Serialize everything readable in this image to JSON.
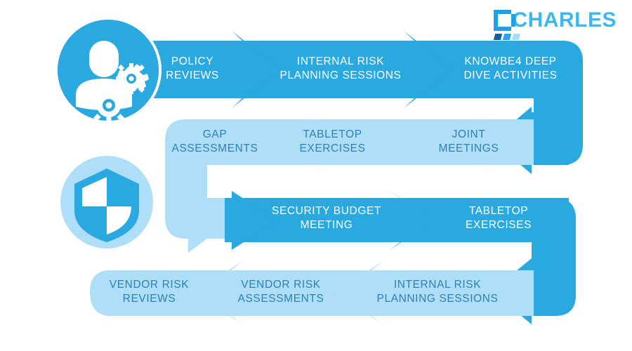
{
  "brand": {
    "name": "CHARLES",
    "mark_letter": "C",
    "accent_dark": "#1f8fd6",
    "accent_mid": "#3cb7ef",
    "accent_light": "#aedef8",
    "square_colors": [
      "#1a5e96",
      "#2fa3e3",
      "#a9dcf7"
    ]
  },
  "colors": {
    "band_dark": "#2aa8e0",
    "band_light": "#aedef8",
    "text_on_dark": "#ffffff",
    "text_on_light": "#2f7fb5",
    "icon_circle_dark": "#2aa8e0",
    "icon_circle_light": "#aedef8",
    "page_background": "#ffffff"
  },
  "icons": [
    {
      "id": "user-gears-icon",
      "name": "user-gears-icon",
      "tone": "dark"
    },
    {
      "id": "shield-icon",
      "name": "shield-icon",
      "tone": "light"
    }
  ],
  "flow": {
    "direction_note": "serpentine",
    "rows": [
      {
        "index": 1,
        "tone": "dark",
        "direction": "right",
        "steps": [
          {
            "n": 1,
            "label": "POLICY\nREVIEWS"
          },
          {
            "n": 2,
            "label": "INTERNAL RISK\nPLANNING SESSIONS"
          },
          {
            "n": 3,
            "label": "KNOWBE4 DEEP\nDIVE ACTIVITIES"
          }
        ]
      },
      {
        "index": 2,
        "tone": "light",
        "direction": "left",
        "steps": [
          {
            "n": 6,
            "label": "GAP\nASSESSMENTS"
          },
          {
            "n": 5,
            "label": "TABLETOP\nEXERCISES"
          },
          {
            "n": 4,
            "label": "JOINT\nMEETINGS"
          }
        ]
      },
      {
        "index": 3,
        "tone": "dark",
        "direction": "right",
        "steps": [
          {
            "n": 7,
            "label": "SECURITY BUDGET\nMEETING"
          },
          {
            "n": 8,
            "label": "TABLETOP\nEXERCISES"
          }
        ]
      },
      {
        "index": 4,
        "tone": "light",
        "direction": "left",
        "steps": [
          {
            "n": 11,
            "label": "VENDOR RISK\nREVIEWS"
          },
          {
            "n": 10,
            "label": "VENDOR RISK\nASSESSMENTS"
          },
          {
            "n": 9,
            "label": "INTERNAL RISK\nPLANNING SESSIONS"
          }
        ]
      }
    ]
  }
}
